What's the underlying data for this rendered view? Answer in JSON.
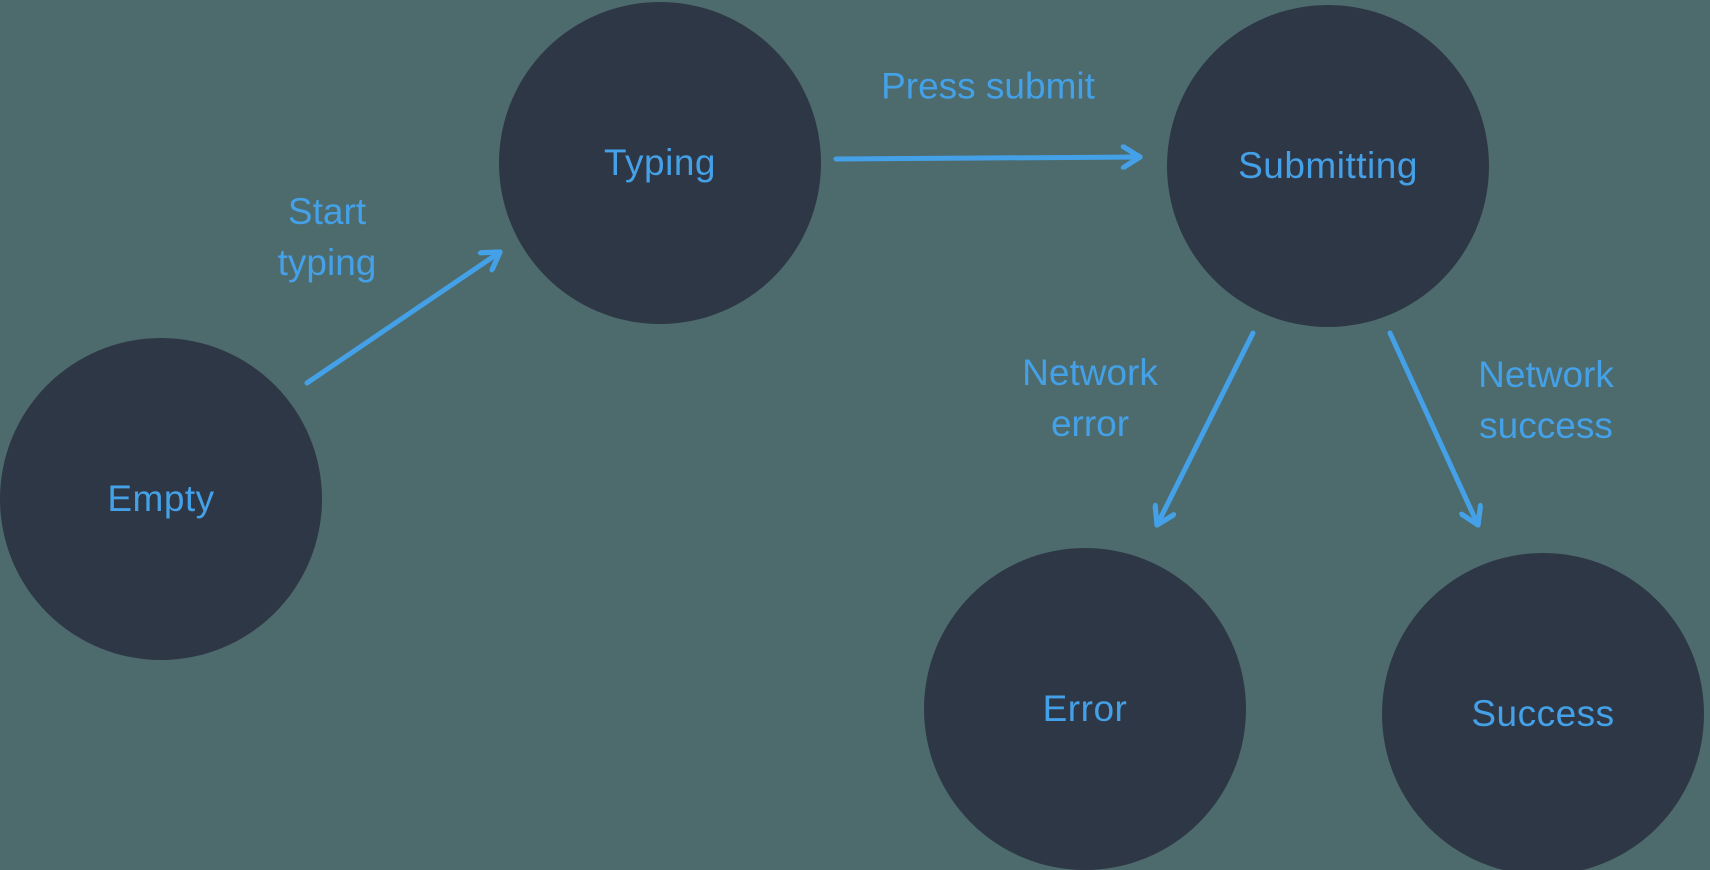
{
  "diagram": {
    "type": "state-machine",
    "colors": {
      "background": "#4d6a6d",
      "node": "#2e3745",
      "accent": "#44a1e8"
    },
    "states": [
      {
        "id": "empty",
        "label": "Empty"
      },
      {
        "id": "typing",
        "label": "Typing"
      },
      {
        "id": "submitting",
        "label": "Submitting"
      },
      {
        "id": "error",
        "label": "Error"
      },
      {
        "id": "success",
        "label": "Success"
      }
    ],
    "transitions": [
      {
        "from": "empty",
        "to": "typing",
        "label": "Start typing"
      },
      {
        "from": "typing",
        "to": "submitting",
        "label": "Press submit"
      },
      {
        "from": "submitting",
        "to": "error",
        "label": "Network error"
      },
      {
        "from": "submitting",
        "to": "success",
        "label": "Network success"
      }
    ]
  }
}
